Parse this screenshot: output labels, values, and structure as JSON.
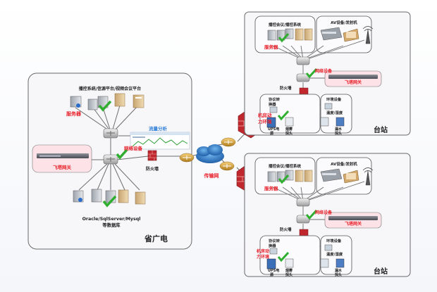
{
  "province": {
    "title": "省广电",
    "platform_label": "播控系统/信源平台/视频会议平台",
    "server_label": "服务器",
    "db_label_line1": "Oracle/SqlServer/Mysql",
    "db_label_line2": "等数据库",
    "gateway_label": "飞塔网关",
    "net_device_label": "网络设备",
    "firewall_label": "防火墙",
    "traffic_label": "流量分析"
  },
  "transport": {
    "label": "传输网"
  },
  "room_env": {
    "label_line1": "机房动",
    "label_line2": "力环境"
  },
  "stations": [
    {
      "title": "台站",
      "broadcast_label": "播控会议/播控系统",
      "av_label": "AV设备/发射机",
      "server_label": "服务器",
      "net_device_label": "网络设备",
      "gateway_label": "飞塔网关",
      "firewall_label": "防火墙",
      "protocol_label_line1": "协议转",
      "protocol_label_line2": "换器",
      "env_device_label": "环境设备",
      "temp_label": "温度/湿度",
      "ups_label_line1": "UPS电",
      "ups_label_line2": "源",
      "smoke_label_line1": "烟雾",
      "smoke_label_line2": "探头",
      "water_label_line1": "漏水",
      "water_label_line2": "探头"
    },
    {
      "title": "台站",
      "broadcast_label": "播控会议/播控系统",
      "av_label": "AV设备/发射机",
      "server_label": "服务器",
      "net_device_label": "网络设备",
      "gateway_label": "飞塔网关",
      "firewall_label": "防火墙",
      "protocol_label_line1": "协议转",
      "protocol_label_line2": "换器",
      "env_device_label": "环境设备",
      "temp_label": "温度/湿度",
      "ups_label_line1": "UPS电",
      "ups_label_line2": "源",
      "smoke_label_line1": "烟雾",
      "smoke_label_line2": "探头",
      "water_label_line1": "漏水",
      "water_label_line2": "探头",
      "room_label_line1": "机房动",
      "room_label_line2": "力环境"
    }
  ],
  "colors": {
    "label_red": "#e8202a",
    "label_blue": "#2f7fd8",
    "panel_border": "#6a6a6a",
    "line": "#6d6d6d",
    "firewall": "#c0282d"
  }
}
